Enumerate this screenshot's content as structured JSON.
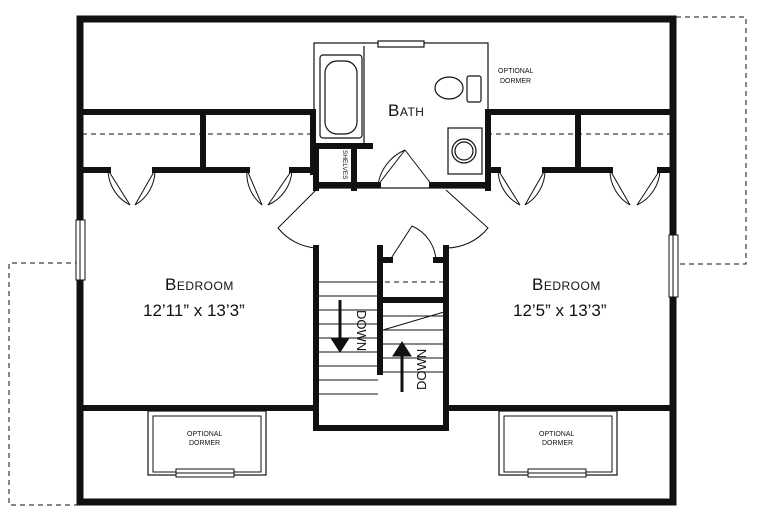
{
  "rooms": {
    "bath": "Bath",
    "bedroom_left": {
      "name": "Bedroom",
      "size": "12’11” x 13’3”"
    },
    "bedroom_right": {
      "name": "Bedroom",
      "size": "12’5” x 13’3”"
    }
  },
  "labels": {
    "shelves": "SHELVES",
    "optional_dormer_line1": "OPTIONAL",
    "optional_dormer_line2": "DORMER",
    "stairs_down_left": "DOWN",
    "stairs_down_right": "DOWN"
  },
  "colors": {
    "wall": "#111111",
    "background": "#ffffff"
  }
}
